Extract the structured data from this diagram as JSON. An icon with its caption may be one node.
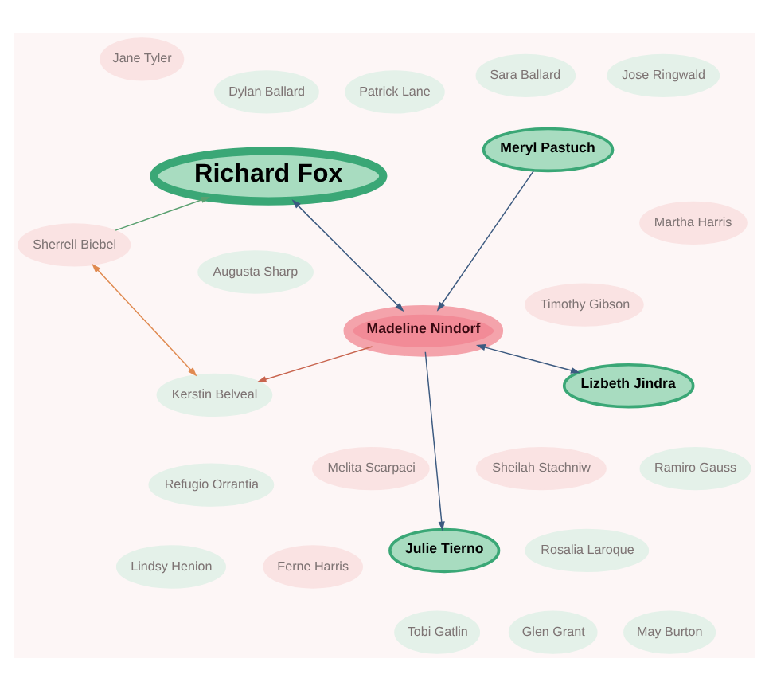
{
  "diagram": {
    "nodes": [
      {
        "text": [
          "Sheilah Stachniw"
        ]
      },
      {
        "text": [
          "Kerstin Belveal"
        ]
      },
      {
        "text": [
          "Patrick Lane"
        ]
      },
      {
        "text": [
          "Dylan Ballard"
        ]
      },
      {
        "text": [
          "Jane Tyler"
        ]
      },
      {
        "text": [
          "Jose Ringwald"
        ]
      },
      {
        "text": [
          "Lindsy Henion"
        ]
      },
      {
        "text": [
          "Lizbeth Jindra"
        ]
      },
      {
        "text": [
          "Sherrell Biebel"
        ]
      },
      {
        "text": [
          "Melita Scarpaci"
        ]
      },
      {
        "text": [
          "Tobi Gatlin"
        ]
      },
      {
        "text": [
          "Timothy Gibson"
        ]
      },
      {
        "text": [
          "Glen Grant"
        ]
      },
      {
        "text": [
          "Richard Fox"
        ]
      },
      {
        "text": [
          "May Burton"
        ]
      },
      {
        "text": [
          "Sara Ballard"
        ]
      },
      {
        "text": [
          "Augusta Sharp"
        ]
      },
      {
        "text": [
          "Ferne Harris"
        ]
      },
      {
        "text": [
          "Meryl Pastuch"
        ]
      },
      {
        "text": [
          "Refugio Orrantia"
        ]
      },
      {
        "text": [
          "Ramiro Gauss"
        ]
      },
      {
        "text": [
          "Martha Harris"
        ]
      },
      {
        "text": [
          "Madeline Nindorf"
        ]
      },
      {
        "text": [
          "Julie Tierno"
        ]
      },
      {
        "text": [
          "Rosalia Laroque"
        ]
      }
    ],
    "edges": [
      {
        "from": 7,
        "to": 22,
        "arrow": "both"
      },
      {
        "from": 13,
        "to": 22,
        "arrow": "both"
      },
      {
        "from": 18,
        "to": 22,
        "arrow": "to"
      },
      {
        "from": 22,
        "to": 23,
        "arrow": "to"
      },
      {
        "from": 8,
        "to": 1,
        "arrow": "both",
        "color": "#e08a50"
      },
      {
        "from": 22,
        "to": 1,
        "arrow": "to",
        "color": "#c8644e"
      },
      {
        "from": 8,
        "to": 13,
        "arrow": "to",
        "color": "#5aa070"
      }
    ]
  }
}
